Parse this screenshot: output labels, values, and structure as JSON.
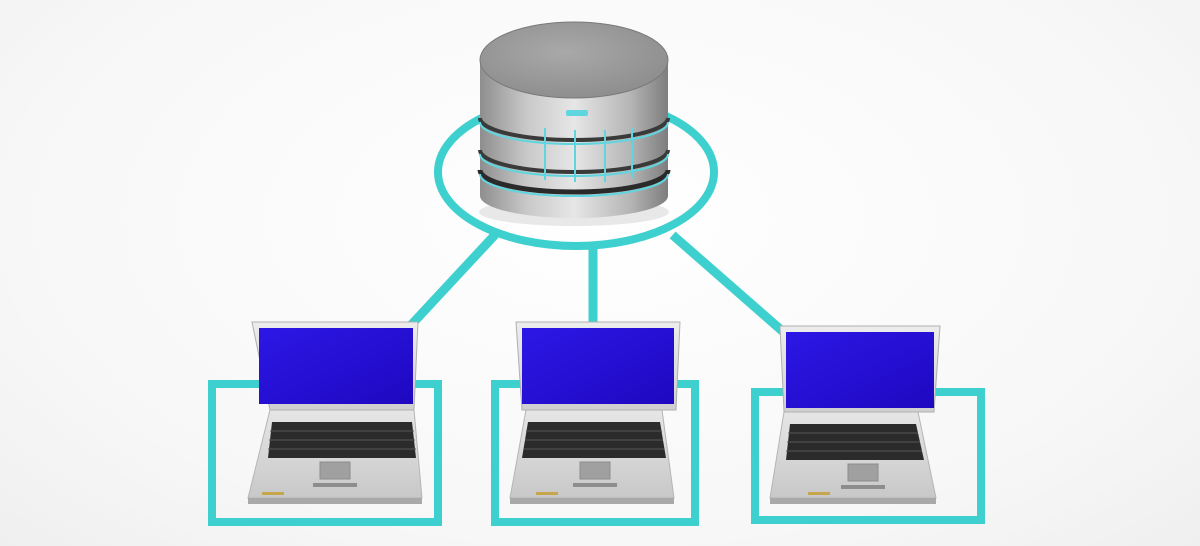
{
  "diagram": {
    "type": "network-topology",
    "hub": {
      "icon": "database-server-icon"
    },
    "clients": [
      {
        "id": "left",
        "icon": "laptop-icon"
      },
      {
        "id": "center",
        "icon": "laptop-icon"
      },
      {
        "id": "right",
        "icon": "laptop-icon"
      }
    ],
    "connections": [
      {
        "from": "hub",
        "to": "left"
      },
      {
        "from": "hub",
        "to": "center"
      },
      {
        "from": "hub",
        "to": "right"
      }
    ]
  },
  "colors": {
    "link": "#3ecfcf",
    "screen": "#2a0fd8",
    "laptop_body": "#d9d9d9",
    "keyboard": "#2b2b2b",
    "server_body": "#a8a8a8",
    "server_trim": "#5fd6df"
  }
}
